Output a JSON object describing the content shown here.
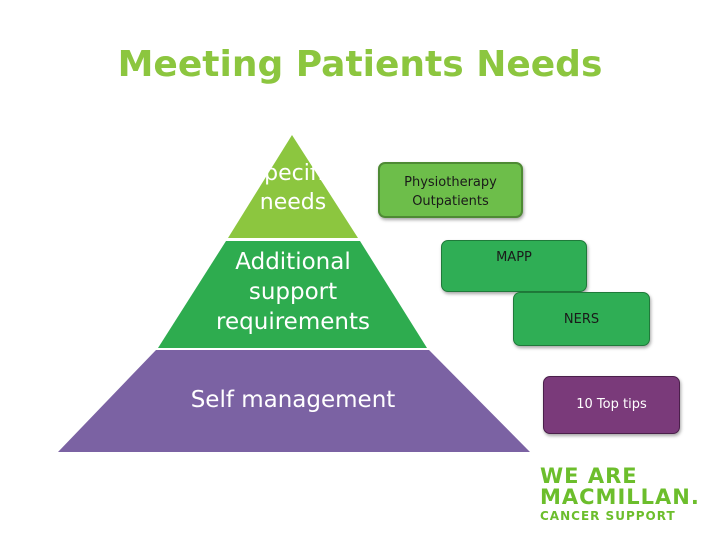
{
  "title": "Meeting Patients Needs",
  "pyramid": {
    "top_label": "Specific needs",
    "middle_label": "Additional support requirements",
    "bottom_label": "Self management",
    "colors": {
      "top": "#8cc63f",
      "middle": "#2eac4f",
      "bottom": "#7b62a3"
    }
  },
  "boxes": {
    "physio": "Physiotherapy Outpatients",
    "mapp": "MAPP",
    "ners": "NERS",
    "tips": "10 Top tips"
  },
  "logo": {
    "line1": "WE ARE",
    "line2": "MACMILLAN.",
    "line3": "CANCER SUPPORT"
  }
}
